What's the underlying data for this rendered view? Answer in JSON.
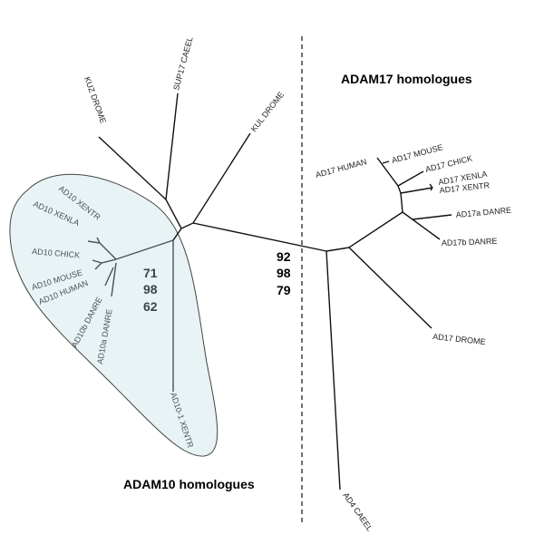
{
  "titles": {
    "adam17": "ADAM17 homologues",
    "adam10": "ADAM10 homologues"
  },
  "bootstrap": {
    "adam10": [
      "71",
      "98",
      "62"
    ],
    "adam17": [
      "92",
      "98",
      "79"
    ]
  },
  "outgroup": [
    "KUZ DROME",
    "SUP17 CAEEL",
    "KUL DROME",
    "AD4 CAEEL"
  ],
  "adam10_leaves": [
    "AD10 XENTR",
    "AD10 XENLA",
    "AD10 CHICK",
    "AD10 MOUSE",
    "AD10 HUMAN",
    "AD10b DANRE",
    "AD10a DANRE",
    "AD10-1 XENTR"
  ],
  "adam17_leaves": [
    "AD17 HUMAN",
    "AD17 MOUSE",
    "AD17 CHICK",
    "AD17 XENLA",
    "AD17 XENTR",
    "AD17a DANRE",
    "AD17b DANRE",
    "AD17 DROME"
  ],
  "colors": {
    "clade_fill": "#e8f3f6",
    "clade_text": "#4a5158"
  }
}
